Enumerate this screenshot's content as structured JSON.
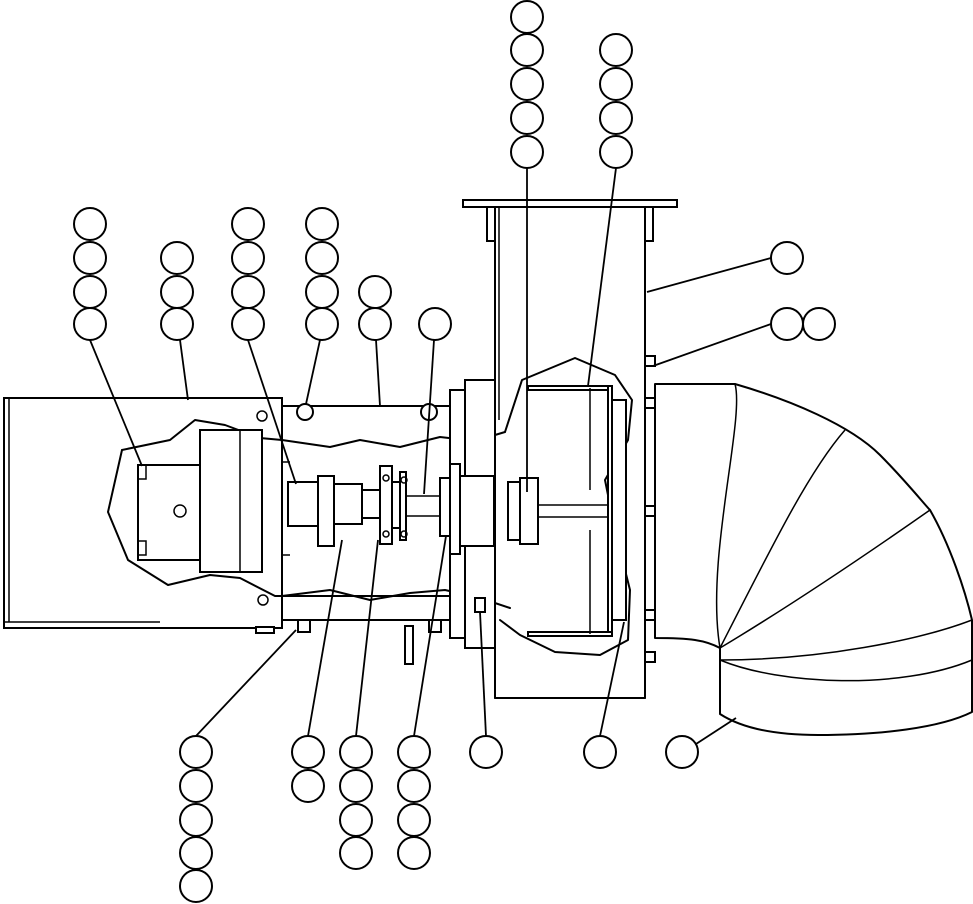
{
  "diagram": {
    "type": "exploded-parts-callout-drawing",
    "subject": "",
    "callout_groups": [
      {
        "id": "motor-housing",
        "count": 4,
        "label": ""
      },
      {
        "id": "motor-cover",
        "count": 3,
        "label": ""
      },
      {
        "id": "motor-shaft-coupling",
        "count": 4,
        "label": ""
      },
      {
        "id": "top-bolt",
        "count": 4,
        "label": ""
      },
      {
        "id": "tube-body",
        "count": 2,
        "label": ""
      },
      {
        "id": "shaft",
        "count": 1,
        "label": ""
      },
      {
        "id": "impeller-hub",
        "count": 5,
        "label": ""
      },
      {
        "id": "impeller-blade",
        "count": 4,
        "label": ""
      },
      {
        "id": "fan-housing",
        "count": 1,
        "label": ""
      },
      {
        "id": "housing-flange-bolts",
        "count": 2,
        "label": ""
      },
      {
        "id": "base-mount",
        "count": 5,
        "label": ""
      },
      {
        "id": "coupling-half",
        "count": 2,
        "label": ""
      },
      {
        "id": "flex-disc",
        "count": 4,
        "label": ""
      },
      {
        "id": "bearing-flange",
        "count": 4,
        "label": ""
      },
      {
        "id": "mount-bolt",
        "count": 1,
        "label": ""
      },
      {
        "id": "inlet-cone",
        "count": 1,
        "label": ""
      },
      {
        "id": "elbow-duct",
        "count": 1,
        "label": ""
      }
    ]
  }
}
